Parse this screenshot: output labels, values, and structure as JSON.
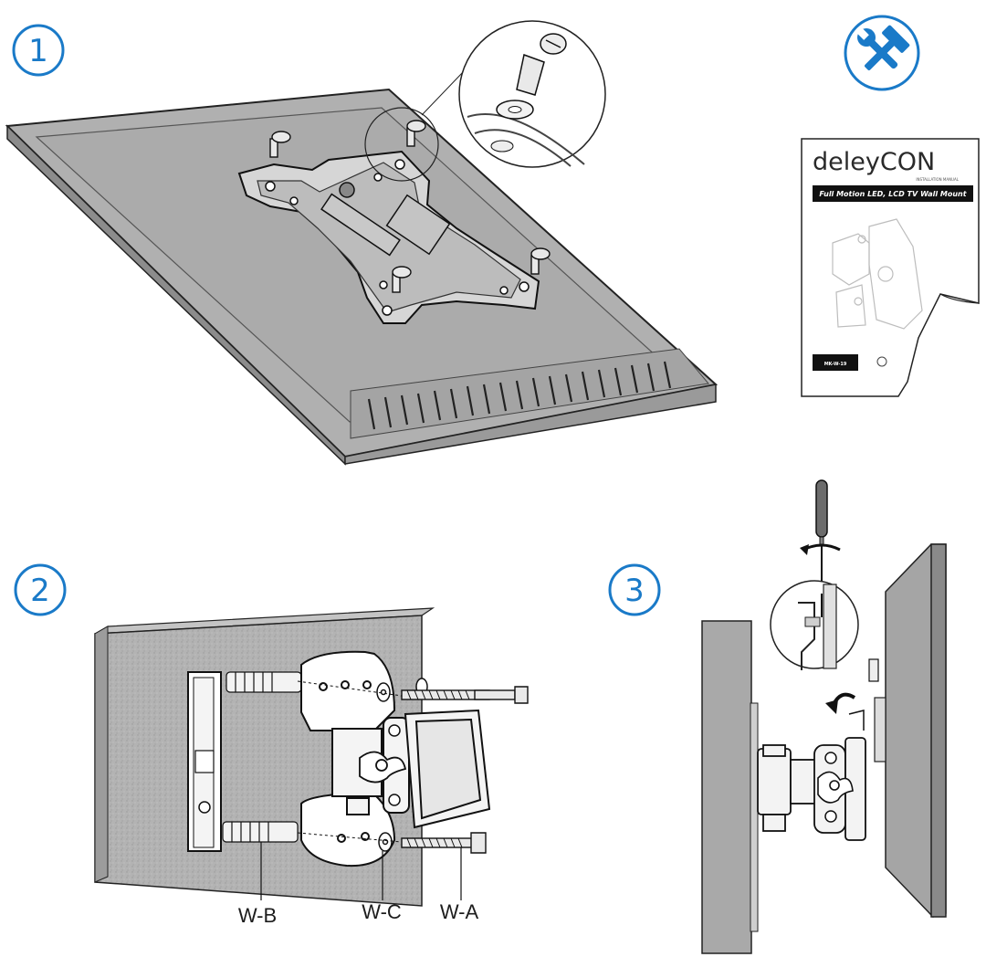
{
  "steps": [
    {
      "number": "1"
    },
    {
      "number": "2"
    },
    {
      "number": "3"
    }
  ],
  "manual": {
    "brand": "deleyCON",
    "subtitle": "INSTALLATION MANUAL",
    "title": "Full Motion LED, LCD TV Wall Mount",
    "model": "MK-W-19"
  },
  "parts": {
    "w_b": "W-B",
    "w_c": "W-C",
    "w_a": "W-A"
  },
  "icons": {
    "tools": "hammer-wrench-icon",
    "step_badge": "circle-number-icon"
  },
  "colors": {
    "accent": "#1a7ac8",
    "panel": "#b0b0b0",
    "wall": "#a9a9a9"
  }
}
